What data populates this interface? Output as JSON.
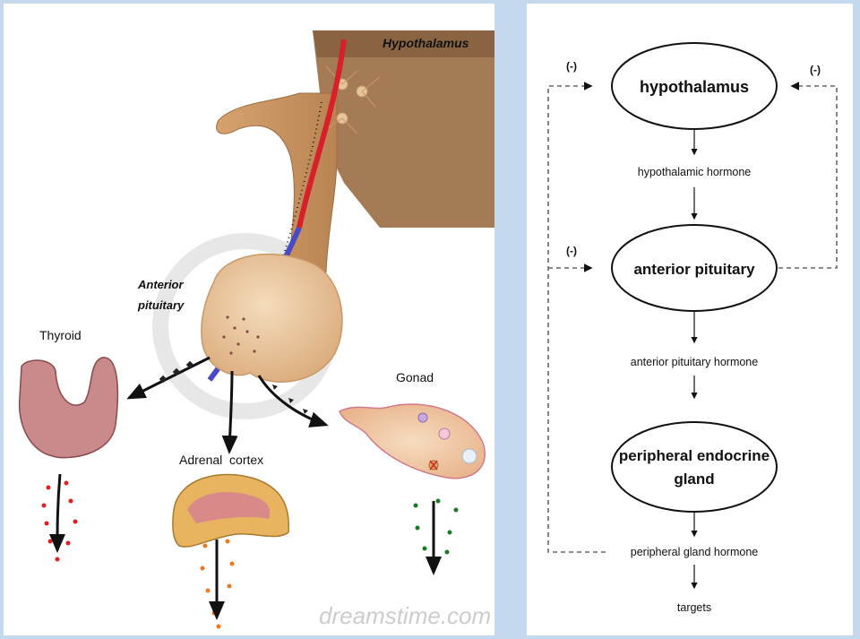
{
  "left_diagram": {
    "labels": {
      "hypothalamus": "Hypothalamus",
      "anterior_pituitary_line1": "Anterior",
      "anterior_pituitary_line2": "pituitary",
      "thyroid": "Thyroid",
      "gonad": "Gonad",
      "adrenal_cortex": "Adrenal  cortex"
    },
    "watermark": "dreamstime.com",
    "colors": {
      "tissue": "#e8c49a",
      "tissue_dark": "#8a6a4a",
      "thyroid": "#c98a8c",
      "thyroid_secretion": "#e02020",
      "adrenal_secretion": "#ee7a20",
      "gonad_secretion": "#1a7a2a",
      "vessel_red": "#d8202a",
      "vessel_blue": "#4a4ac8"
    }
  },
  "right_diagram": {
    "nodes": {
      "hypothalamus": "hypothalamus",
      "anterior_pituitary": "anterior pituitary",
      "peripheral_gland_line1": "peripheral endocrine",
      "peripheral_gland_line2": "gland"
    },
    "hormones": {
      "hypothalamic": "hypothalamic hormone",
      "anterior_pituitary": "anterior pituitary hormone",
      "peripheral": "peripheral gland hormone",
      "targets": "targets"
    },
    "feedback_labels": {
      "top_left": "(-)",
      "top_right": "(-)",
      "middle_left": "(-)"
    }
  }
}
